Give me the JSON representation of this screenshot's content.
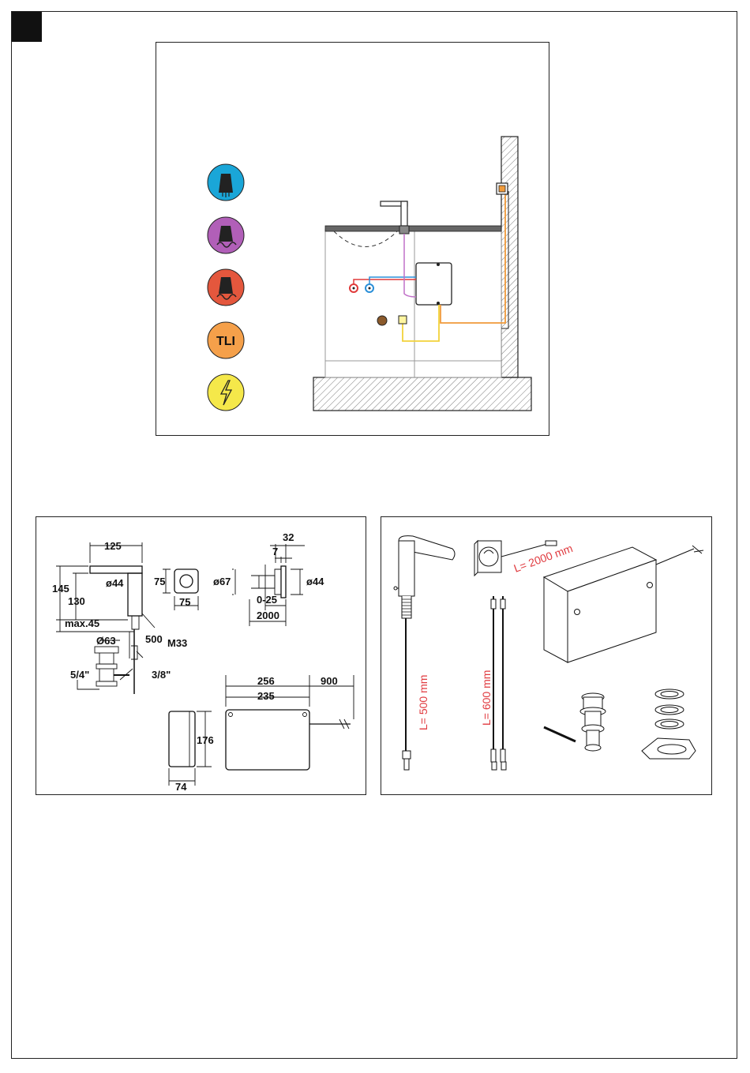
{
  "colors": {
    "cold": "#1aa6d8",
    "mixed": "#b15fb8",
    "hot": "#e4573d",
    "tli": "#f5a04a",
    "power": "#f5e84a",
    "pipe_hot": "#e03a3a",
    "pipe_cold": "#2a8fd8",
    "pipe_mixed": "#c070c8",
    "pipe_tli": "#f09a3a",
    "pipe_power": "#f2d23a",
    "accent_red": "#e0393e"
  },
  "legend": [
    {
      "icon": "cold-water-icon",
      "label": ""
    },
    {
      "icon": "mixed-water-icon",
      "label": ""
    },
    {
      "icon": "hot-water-icon",
      "label": ""
    },
    {
      "icon": "tli-icon",
      "label": "TLI"
    },
    {
      "icon": "power-icon",
      "label": ""
    }
  ],
  "dimensions": {
    "d125": "125",
    "d145": "145",
    "d130": "130",
    "o44a": "ø44",
    "max45": "max.45",
    "d500": "500",
    "m33": "M33",
    "o63": "Ø63",
    "g54": "5/4\"",
    "g38": "3/8\"",
    "d75a": "75",
    "d75b": "75",
    "o67": "ø67",
    "d32": "32",
    "d7": "7",
    "o44b": "ø44",
    "d025": "0-25",
    "d2000": "2000",
    "d256": "256",
    "d235": "235",
    "d900": "900",
    "d176": "176",
    "d74": "74"
  },
  "components": {
    "cable_length": "L= 2000 mm",
    "hose_500": "L= 500 mm",
    "hose_600": "L= 600 mm"
  }
}
